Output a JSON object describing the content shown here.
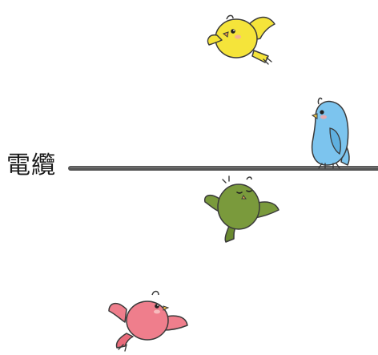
{
  "label": {
    "text": "電纜"
  },
  "birds": [
    {
      "name": "yellow-bird-icon",
      "color": "#f5e43a",
      "state": "flying-above"
    },
    {
      "name": "blue-bird-icon",
      "color": "#7cc4ee",
      "state": "perched-on-cable"
    },
    {
      "name": "green-bird-icon",
      "color": "#7a9a3c",
      "state": "flying-below-cable"
    },
    {
      "name": "pink-bird-icon",
      "color": "#ef7e8c",
      "state": "flying-bottom"
    }
  ],
  "colors": {
    "cable": "#555555",
    "outline": "#3a3a3a",
    "blush": "#f7a6a6"
  }
}
